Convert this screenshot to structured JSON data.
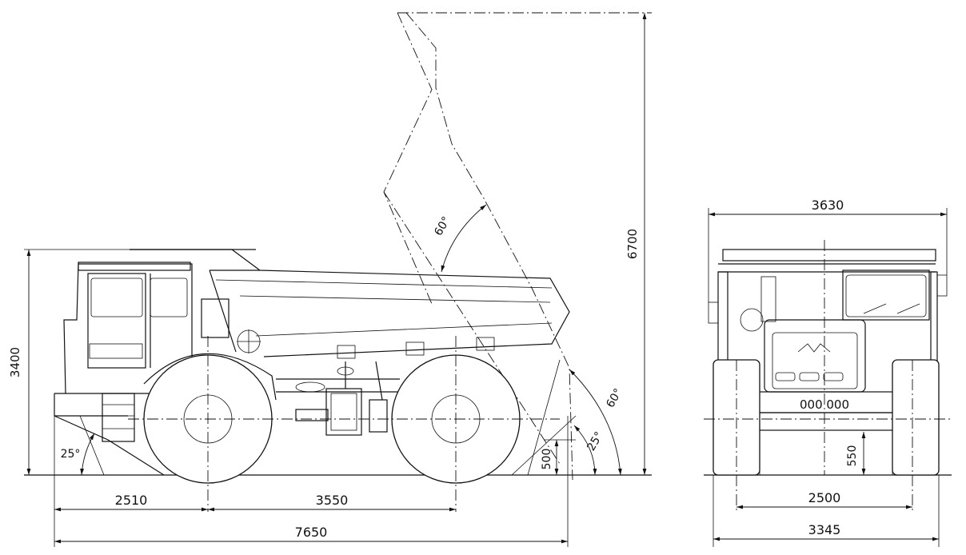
{
  "side_view": {
    "dim_wheelbase_front": "2510",
    "dim_wheelbase": "3550",
    "dim_length": "7650",
    "dim_height": "3400",
    "dim_dump_height": "6700",
    "dim_clearance_rear": "500",
    "angle_dump": "60°",
    "angle_departure_small": "25°",
    "angle_departure_large": "60°",
    "angle_approach": "25°"
  },
  "front_view": {
    "dim_width_mirror": "3630",
    "dim_track": "2500",
    "dim_width": "3345",
    "dim_clearance": "550",
    "plate_text": "000 000"
  }
}
